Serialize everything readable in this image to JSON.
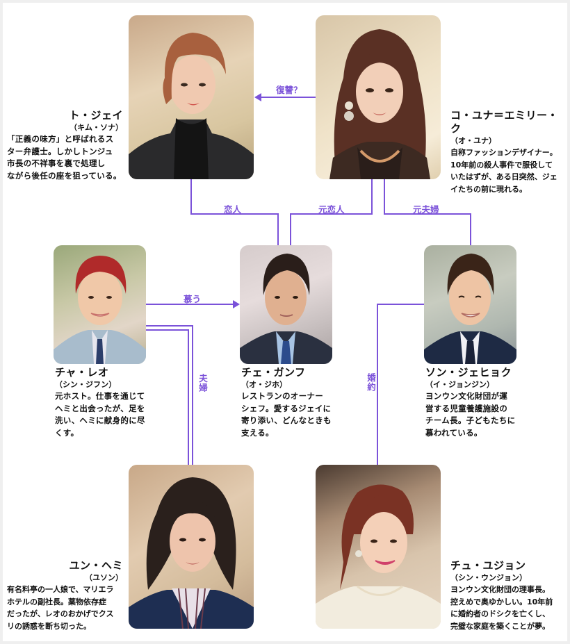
{
  "diagram": {
    "type": "character-relationship-chart",
    "accent_color": "#7b52d9",
    "characters": [
      {
        "id": "to-jei",
        "name": "ト・ジェイ",
        "actor": "（キム・ソナ）",
        "description": "「正義の味方」と呼ばれるスター弁護士。しかしトンジュ市長の不祥事を裏で処理しながら後任の座を狙っている。",
        "desc_lines": [
          "「正義の味方」と呼ばれるス",
          "ター弁護士。しかしトンジュ",
          "市長の不祥事を裏で処理し",
          "ながら後任の座を狙っている。"
        ],
        "photo_alt": "short auburn-haired woman in black turtleneck and dark blazer"
      },
      {
        "id": "ko-yuna",
        "name": "コ・ユナ＝エミリー・ク",
        "actor": "（オ・ユナ）",
        "description": "自称ファッションデザイナー。10年前の殺人事件で服役していたはずが、ある日突然、ジェイたちの前に現れる。",
        "desc_lines": [
          "自称ファッションデザイナー。",
          "10年前の殺人事件で服役して",
          "いたはずが、ある日突然、ジェ",
          "イたちの前に現れる。"
        ],
        "photo_alt": "long brown-haired woman with statement earrings and chain necklace"
      },
      {
        "id": "cha-reo",
        "name": "チャ・レオ",
        "actor": "（シン・ジフン）",
        "description": "元ホスト。仕事を通じてヘミと出会ったが、足を洗い、ヘミに献身的に尽くす。",
        "desc_lines": [
          "元ホスト。仕事を通じて",
          "ヘミと出会ったが、足を",
          "洗い、ヘミに献身的に尽",
          "くす。"
        ],
        "photo_alt": "red-haired smiling man in light blue suit"
      },
      {
        "id": "che-ganfu",
        "name": "チェ・ガンフ",
        "actor": "（オ・ジホ）",
        "description": "レストランのオーナーシェフ。愛するジェイに寄り添い、どんなときも支える。",
        "desc_lines": [
          "レストランのオーナー",
          "シェフ。愛するジェイに",
          "寄り添い、どんなときも",
          "支える。"
        ],
        "photo_alt": "dark-haired man in navy suit and striped tie"
      },
      {
        "id": "son-jehyoku",
        "name": "ソン・ジェヒョク",
        "actor": "（イ・ジョンジン）",
        "description": "ヨンウン文化財団が運営する児童養護施設のチーム長。子どもたちに慕われている。",
        "desc_lines": [
          "ヨンウン文化財団が運",
          "営する児童養護施設の",
          "チーム長。子どもたちに",
          "慕われている。"
        ],
        "photo_alt": "smiling man in navy suit with white shirt"
      },
      {
        "id": "yun-hemi",
        "name": "ユン・ヘミ",
        "actor": "（ユソン）",
        "description": "有名料亭の一人娘で、マリエラホテルの副社長。薬物依存症だったが、レオのおかげでクスリの誘惑を断ち切った。",
        "desc_lines": [
          "有名料亭の一人娘で、マリエラ",
          "ホテルの副社長。薬物依存症",
          "だったが、レオのおかげでクス",
          "リの誘惑を断ち切った。"
        ],
        "photo_alt": "dark shag-haired woman in navy blazer and striped shirt"
      },
      {
        "id": "chu-yujon",
        "name": "チュ・ユジョン",
        "actor": "（シン・ウンジョン）",
        "description": "ヨンウン文化財団の理事長。控えめで奥ゆかしい。10年前に婚約者のドシクを亡くし、完璧な家庭を築くことが夢。",
        "desc_lines": [
          "ヨンウン文化財団の理事長。",
          "控えめで奥ゆかしい。10年前",
          "に婚約者のドシクを亡くし、",
          "完璧な家庭を築くことが夢。"
        ],
        "photo_alt": "smiling woman with ponytail in cream pearl-trimmed blouse"
      }
    ],
    "relationships": [
      {
        "from": "ko-yuna",
        "to": "to-jei",
        "label": "復讐？",
        "style": "arrow"
      },
      {
        "from": "to-jei",
        "to": "che-ganfu",
        "label": "恋人",
        "style": "line"
      },
      {
        "from": "ko-yuna",
        "to": "che-ganfu",
        "label": "元恋人",
        "style": "line"
      },
      {
        "from": "ko-yuna",
        "to": "son-jehyoku",
        "label": "元夫婦",
        "style": "line"
      },
      {
        "from": "cha-reo",
        "to": "che-ganfu",
        "label": "慕う",
        "style": "arrow"
      },
      {
        "from": "cha-reo",
        "to": "yun-hemi",
        "label": "夫婦",
        "style": "double-line"
      },
      {
        "from": "son-jehyoku",
        "to": "chu-yujon",
        "label": "婚約",
        "style": "line"
      }
    ]
  }
}
